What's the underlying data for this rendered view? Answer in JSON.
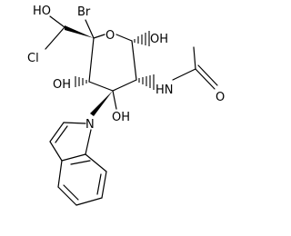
{
  "colors": {
    "background": "#ffffff",
    "bond": "#000000",
    "label": "#000000"
  },
  "labels": {
    "bromine": "Br",
    "ring_oxygen": "O",
    "anomeric_hydroxyl": "OH",
    "ch_hydroxyl": "HO",
    "chlorine": "Cl",
    "c4_hydroxyl": "OH",
    "c3_hydroxyl": "OH",
    "amide_nitrogen": "HN",
    "carbonyl_oxygen": "O",
    "indole_nitrogen": "N"
  }
}
